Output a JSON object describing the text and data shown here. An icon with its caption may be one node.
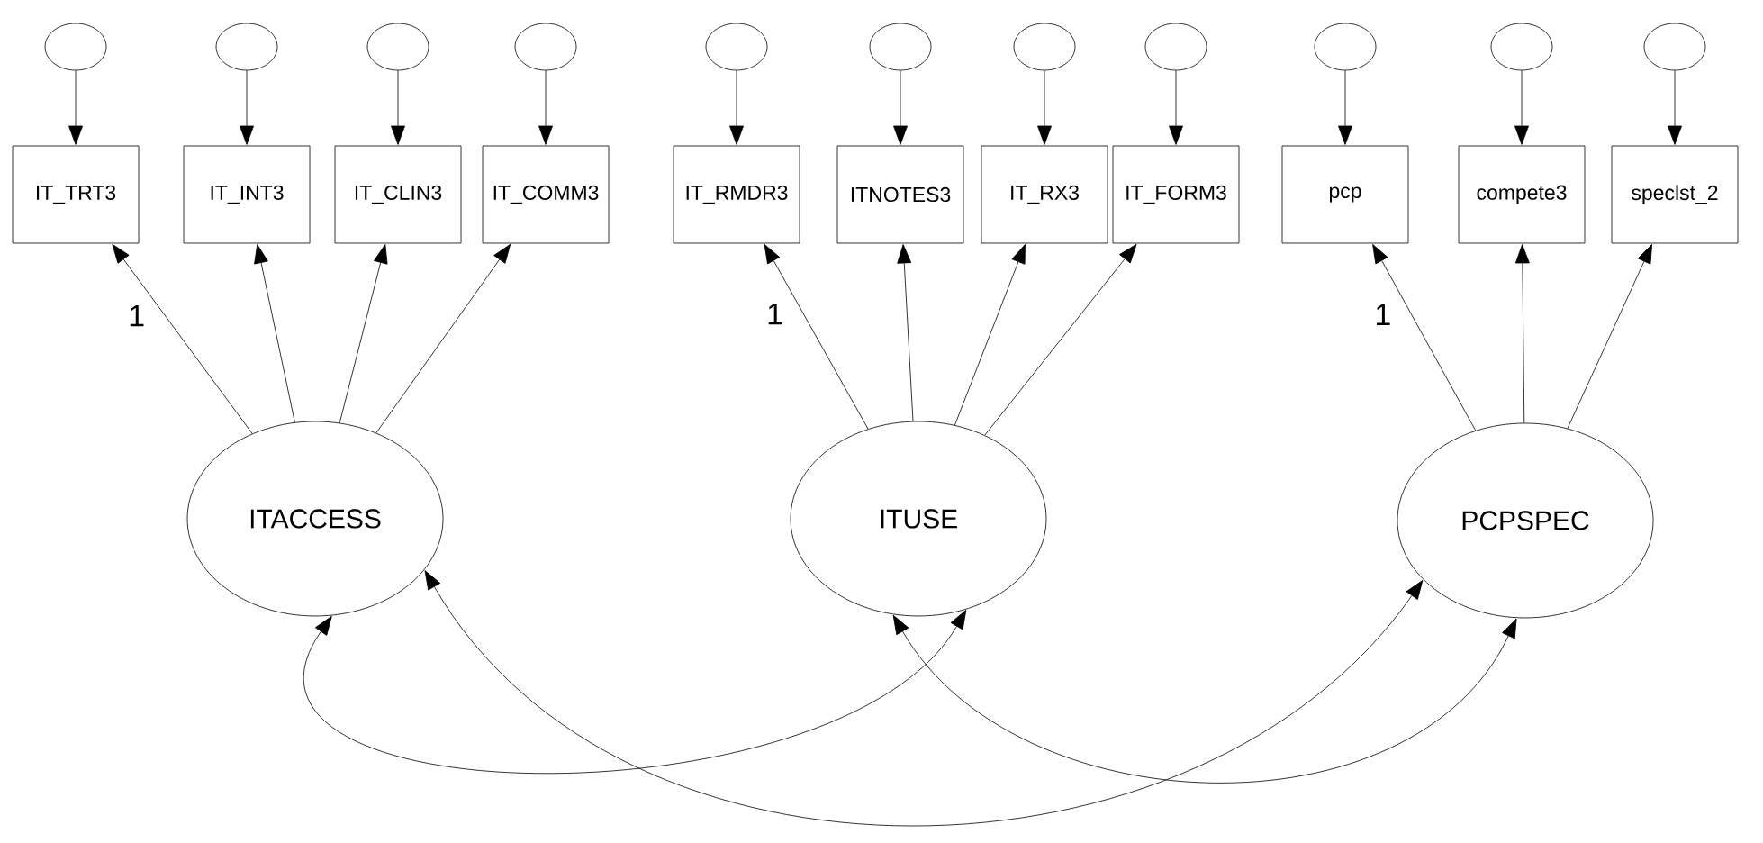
{
  "diagram": {
    "nodes": [
      {
        "text": [],
        "shape": "circle"
      },
      {
        "text": [],
        "shape": "circle"
      },
      {
        "text": [],
        "shape": "circle"
      },
      {
        "text": [],
        "shape": "circle"
      },
      {
        "text": [],
        "shape": "circle"
      },
      {
        "text": [],
        "shape": "circle"
      },
      {
        "text": [],
        "shape": "circle"
      },
      {
        "text": [],
        "shape": "circle"
      },
      {
        "text": [],
        "shape": "circle"
      },
      {
        "text": [],
        "shape": "circle"
      },
      {
        "text": [],
        "shape": "circle"
      },
      {
        "text": [
          "IT_TRT3"
        ]
      },
      {
        "text": [
          "IT_INT3"
        ]
      },
      {
        "text": [
          "IT_CLIN3"
        ]
      },
      {
        "text": [
          "IT_COMM3"
        ]
      },
      {
        "text": [
          "IT_RMDR3"
        ]
      },
      {
        "text": [
          "ITNOTES3"
        ]
      },
      {
        "text": [
          "IT_RX3"
        ]
      },
      {
        "text": [
          "IT_FORM3"
        ]
      },
      {
        "text": [
          "pcp"
        ]
      },
      {
        "text": [
          "compete3"
        ]
      },
      {
        "text": [
          "speclst_2"
        ]
      },
      {
        "text": [
          "ITACCESS"
        ]
      },
      {
        "text": [
          "ITUSE"
        ]
      },
      {
        "text": [
          "PCPSPEC"
        ]
      }
    ],
    "edges": [
      {
        "from": 0,
        "to": 11,
        "arrow": "to"
      },
      {
        "from": 1,
        "to": 12,
        "arrow": "to"
      },
      {
        "from": 2,
        "to": 13,
        "arrow": "to"
      },
      {
        "from": 3,
        "to": 14,
        "arrow": "to"
      },
      {
        "from": 4,
        "to": 15,
        "arrow": "to"
      },
      {
        "from": 5,
        "to": 16,
        "arrow": "to"
      },
      {
        "from": 6,
        "to": 17,
        "arrow": "to"
      },
      {
        "from": 7,
        "to": 18,
        "arrow": "to"
      },
      {
        "from": 8,
        "to": 19,
        "arrow": "to"
      },
      {
        "from": 9,
        "to": 20,
        "arrow": "to"
      },
      {
        "from": 10,
        "to": 21,
        "arrow": "to"
      },
      {
        "from": 22,
        "to": 11,
        "arrow": "to",
        "label": "1"
      },
      {
        "from": 22,
        "to": 12,
        "arrow": "to"
      },
      {
        "from": 22,
        "to": 13,
        "arrow": "to"
      },
      {
        "from": 22,
        "to": 14,
        "arrow": "to"
      },
      {
        "from": 23,
        "to": 15,
        "arrow": "to",
        "label": "1"
      },
      {
        "from": 23,
        "to": 16,
        "arrow": "to"
      },
      {
        "from": 23,
        "to": 17,
        "arrow": "to"
      },
      {
        "from": 23,
        "to": 18,
        "arrow": "to"
      },
      {
        "from": 24,
        "to": 19,
        "arrow": "to",
        "label": "1"
      },
      {
        "from": 24,
        "to": 20,
        "arrow": "to"
      },
      {
        "from": 24,
        "to": 21,
        "arrow": "to"
      },
      {
        "from": 22,
        "to": 23,
        "arrow": "both"
      },
      {
        "from": 22,
        "to": 24,
        "arrow": "both"
      },
      {
        "from": 23,
        "to": 24,
        "arrow": "both"
      }
    ]
  }
}
